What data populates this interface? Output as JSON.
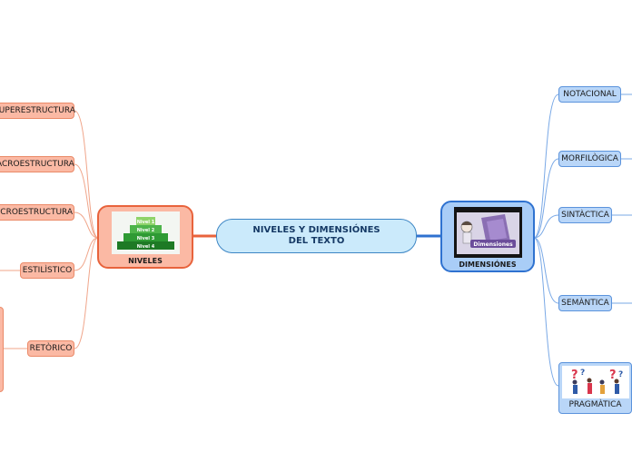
{
  "central": {
    "title": "NIVELES Y DIMENSIÓNES DEL TEXTO"
  },
  "niveles": {
    "label": "NIVELES",
    "pyramid": [
      "Nivel 1",
      "Nivel 2",
      "Nivel 3",
      "Nivel 4"
    ],
    "children": [
      {
        "label": "SUPERESTRUCTURA"
      },
      {
        "label": "MACROESTRUCTURA"
      },
      {
        "label": "MICROESTRUCTURA"
      },
      {
        "label": "ESTILÌSTICO"
      },
      {
        "label": "RETÒRICO"
      }
    ]
  },
  "dimensiones": {
    "label": "DIMENSIÓNES",
    "image_caption": "Dimensiones",
    "children": [
      {
        "label": "NOTACIONAL"
      },
      {
        "label": "MORFILÒGICA"
      },
      {
        "label": "SINTÀCTICA"
      },
      {
        "label": "SEMÀNTICA"
      },
      {
        "label": "PRAGMÀTICA"
      }
    ]
  },
  "colors": {
    "orange_line": "#e8633c",
    "orange_fill": "#fbb9a4",
    "blue_line": "#2f72d0",
    "blue_fill": "#b9d6f8",
    "central_fill": "#cbeafb"
  }
}
